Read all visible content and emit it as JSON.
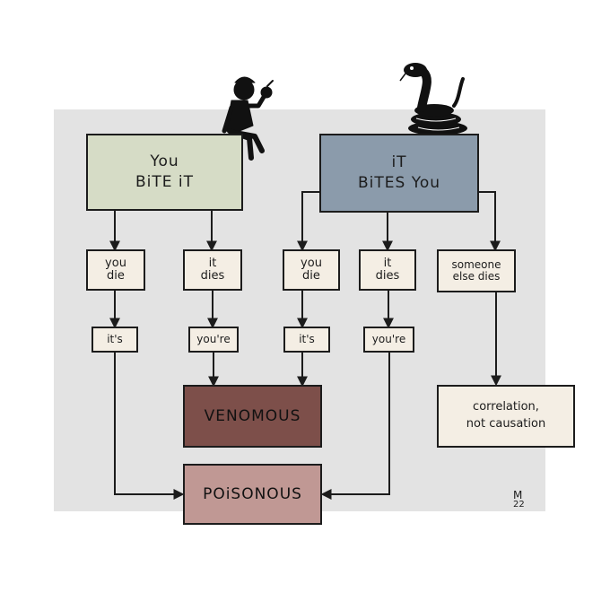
{
  "colors": {
    "panel": "#e3e3e3",
    "you_bite_it": "#d6dcc6",
    "it_bites_you": "#8b9bab",
    "leaf": "#f4eee4",
    "venomous": "#7d4f4a",
    "poisonous": "#c09894",
    "line": "#1c1c1c"
  },
  "nodes": {
    "you_bite_it": "You\nBiTE iT",
    "it_bites_you": "iT\nBiTES You",
    "you_die_left": "you\ndie",
    "it_dies_left": "it\ndies",
    "you_die_right": "you\ndie",
    "it_dies_right": "it\ndies",
    "someone_else_dies": "someone\nelse dies",
    "its_left": "it's",
    "youre_left": "you're",
    "its_right": "it's",
    "youre_right": "you're",
    "venomous": "VENOMOUS",
    "poisonous": "POiSONOUS",
    "correlation": "correlation,\nnot causation"
  },
  "signature": {
    "initial": "M",
    "year": "22"
  }
}
